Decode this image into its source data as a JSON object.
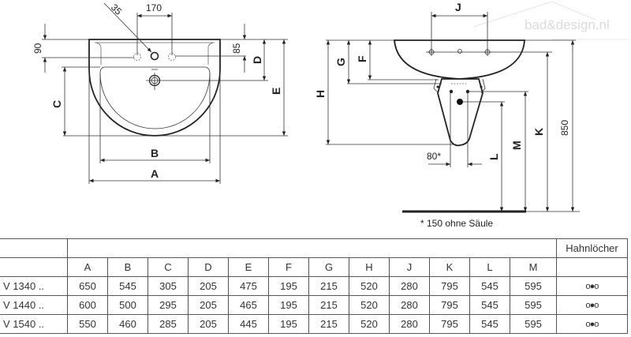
{
  "drawing": {
    "top_view": {
      "hole_diameter": "35",
      "hole_spacing": "170",
      "rim_to_holes": "90",
      "rim_to_holes_side": "85",
      "labels": {
        "A": "A",
        "B": "B",
        "C": "C",
        "D": "D",
        "E": "E"
      }
    },
    "side_view": {
      "labels": {
        "J": "J",
        "F": "F",
        "G": "G",
        "H": "H",
        "K": "K",
        "L": "L",
        "M": "M"
      },
      "height_850": "850",
      "spacing_80": "80*",
      "footnote": "* 150 ohne Säule"
    },
    "watermark": "bad&design.nl"
  },
  "table": {
    "group_header": "Hahnlöcher",
    "columns": [
      "A",
      "B",
      "C",
      "D",
      "E",
      "F",
      "G",
      "H",
      "J",
      "K",
      "L",
      "M"
    ],
    "rows": [
      {
        "model": "V 1340 ..",
        "values": [
          "650",
          "545",
          "305",
          "205",
          "475",
          "195",
          "215",
          "520",
          "280",
          "795",
          "545",
          "595"
        ],
        "holes": "o●o"
      },
      {
        "model": "V 1440 ..",
        "values": [
          "600",
          "500",
          "295",
          "205",
          "465",
          "195",
          "215",
          "520",
          "280",
          "795",
          "545",
          "595"
        ],
        "holes": "o●o"
      },
      {
        "model": "V 1540 ..",
        "values": [
          "550",
          "460",
          "285",
          "205",
          "445",
          "195",
          "215",
          "520",
          "280",
          "795",
          "545",
          "595"
        ],
        "holes": "o●o"
      }
    ]
  }
}
